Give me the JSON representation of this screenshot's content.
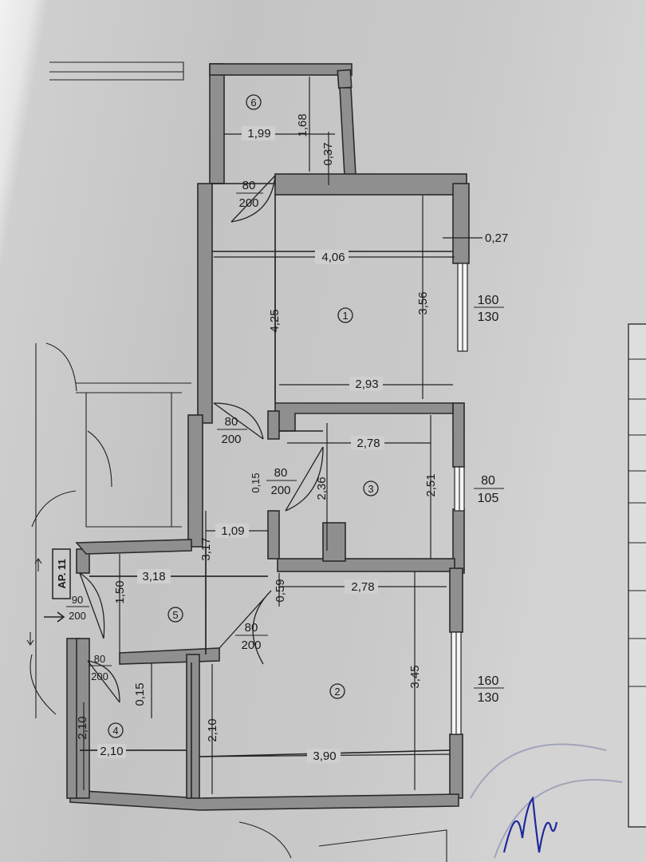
{
  "plan": {
    "rooms": [
      {
        "number": "1"
      },
      {
        "number": "2"
      },
      {
        "number": "3"
      },
      {
        "number": "4"
      },
      {
        "number": "5"
      },
      {
        "number": "6"
      }
    ],
    "dimensions": {
      "r6_width": "1,99",
      "r6_height": "1,68",
      "r6_wall": "0,37",
      "r1_width": "4,06",
      "r1_wall": "0,27",
      "r1_height_left": "4,25",
      "r1_height_right": "3,56",
      "r1_inner_width": "2,93",
      "r3_width": "2,78",
      "r3_height_left": "2,36",
      "r3_height_right": "2,51",
      "wall_015_top": "0,15",
      "corridor_width": "1,09",
      "corridor_height": "3,17",
      "r5_width": "3,18",
      "r5_height": "1,50",
      "r2_wall": "0,59",
      "r2_width": "2,78",
      "r2_height": "3,45",
      "r2_height_left": "2,10",
      "r2_bottom": "3,90",
      "r4_height": "2,10",
      "r4_width": "2,10",
      "wall_015_bottom": "0,15"
    },
    "doors": {
      "d6": {
        "w": "80",
        "h": "200"
      },
      "d1": {
        "w": "80",
        "h": "200"
      },
      "d3": {
        "w": "80",
        "h": "200"
      },
      "entry": {
        "w": "90",
        "h": "200"
      },
      "d2": {
        "w": "80",
        "h": "200"
      },
      "d4": {
        "w": "80",
        "h": "200"
      }
    },
    "windows": {
      "w1": {
        "w": "160",
        "h": "130"
      },
      "w3": {
        "w": "80",
        "h": "105"
      },
      "w2": {
        "w": "160",
        "h": "130"
      }
    },
    "apartment_label": "AP. 11"
  }
}
